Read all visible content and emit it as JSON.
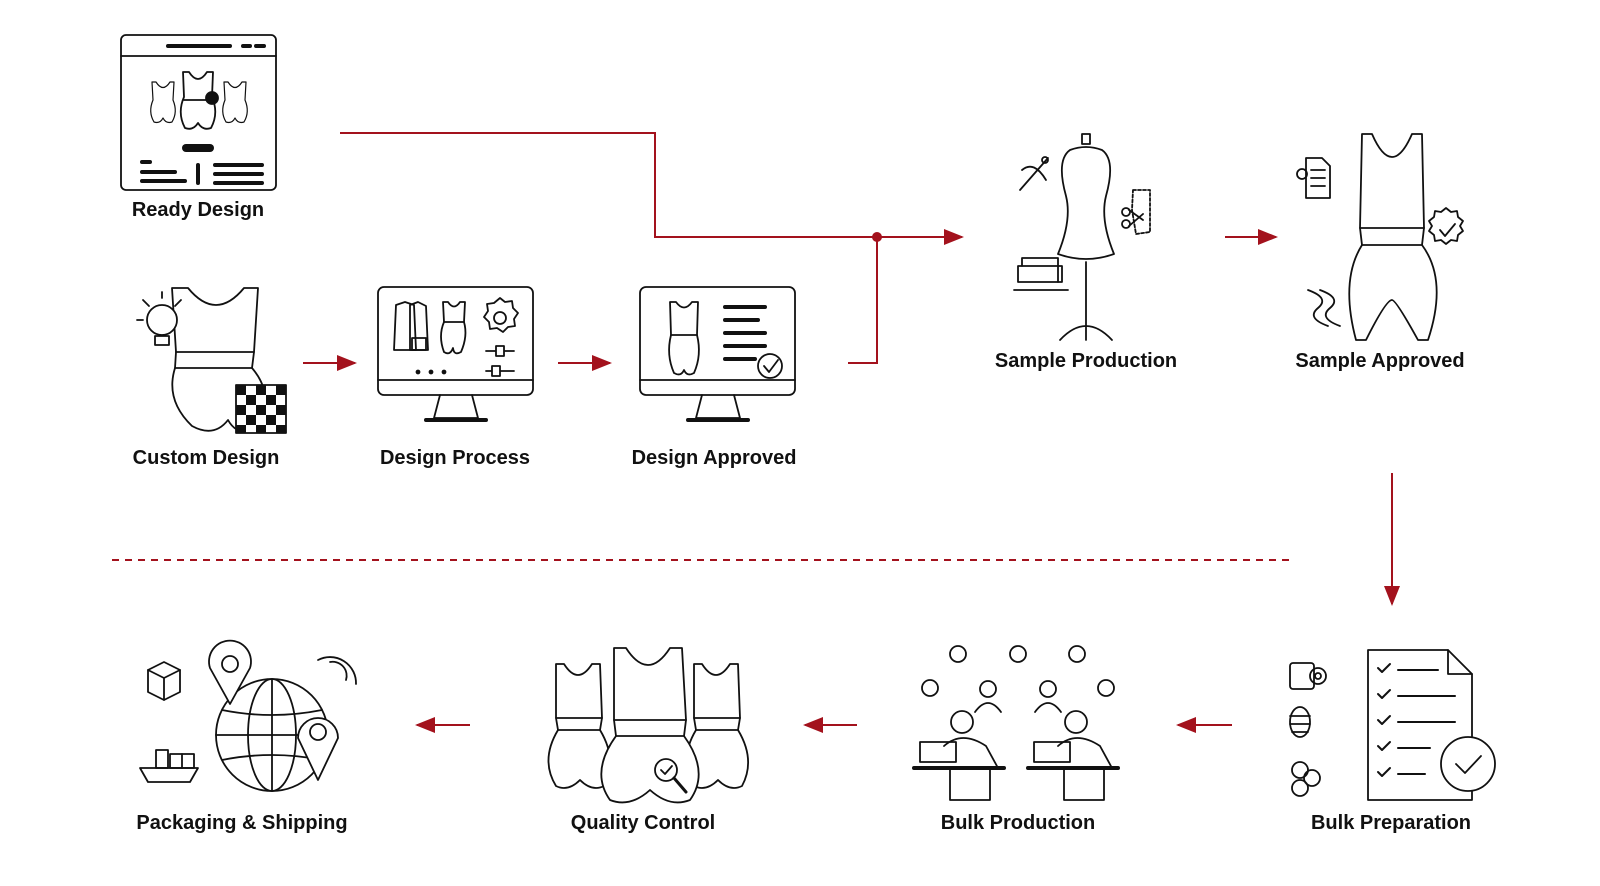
{
  "steps": {
    "ready_design": "Ready Design",
    "custom_design": "Custom Design",
    "design_process": "Design Process",
    "design_approved": "Design Approved",
    "sample_production": "Sample Production",
    "sample_approved": "Sample Approved",
    "bulk_preparation": "Bulk Preparation",
    "bulk_production": "Bulk Production",
    "quality_control": "Quality Control",
    "packaging_shipping": "Packaging & Shipping"
  },
  "colors": {
    "arrow": "#a3121d",
    "ink": "#111111"
  },
  "icons": [
    "browser-window-icon",
    "swimsuit-idea-icon",
    "monitor-design-icon",
    "monitor-approved-icon",
    "dress-form-icon",
    "swimsuit-approved-icon",
    "checklist-icon",
    "workers-icon",
    "swimsuits-inspection-icon",
    "globe-shipping-icon"
  ]
}
